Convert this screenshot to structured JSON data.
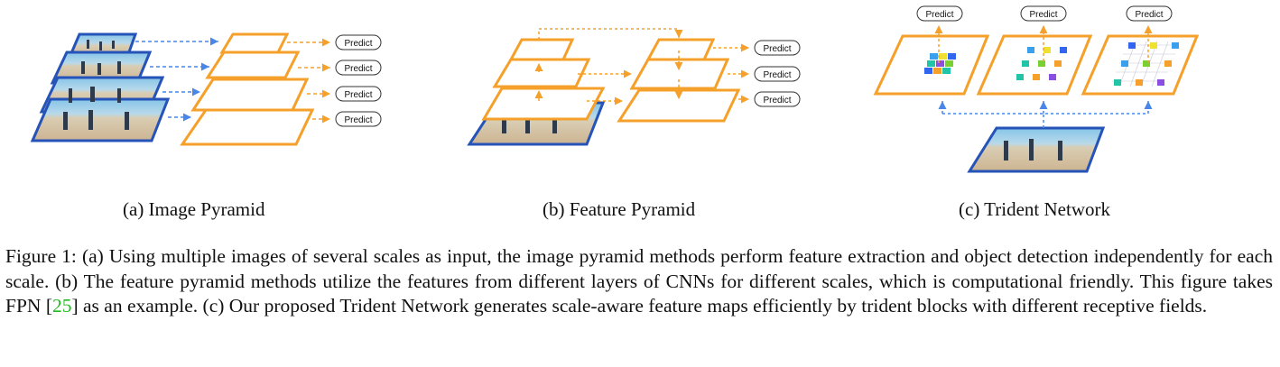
{
  "panels": {
    "a": {
      "label": "(a) Image Pyramid"
    },
    "b": {
      "label": "(b) Feature Pyramid"
    },
    "c": {
      "label": "(c) Trident Network"
    }
  },
  "predict_label": "Predict",
  "caption": {
    "lead": "Figure 1: (a) Using multiple images of several scales as input, the image pyramid methods perform feature extraction and object detection independently for each scale. (b) The feature pyramid methods utilize the features from different layers of CNNs for different scales, which is computational friendly. This figure takes FPN [",
    "ref": "25",
    "tail": "] as an example. (c) Our proposed Trident Network generates scale-aware feature maps efficiently by trident blocks with different receptive fields."
  },
  "colors": {
    "orange": "#f5a02a",
    "blue": "#2553b8",
    "dashed_blue": "#4a86e8",
    "dashed_orange": "#f5a02a",
    "grid_cells": [
      "#3366ee",
      "#22c4a8",
      "#8a4fe0",
      "#f5a02a",
      "#f0e030",
      "#7ad030",
      "#3aa0ee"
    ]
  }
}
